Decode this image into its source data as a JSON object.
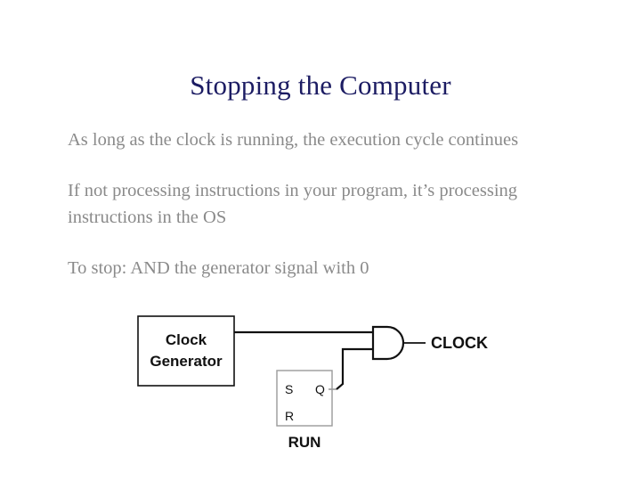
{
  "slide": {
    "title": "Stopping the Computer",
    "bullets": [
      "As long as the clock is running, the execution cycle continues",
      "If not processing instructions in your program, it’s processing instructions in the OS",
      "To stop: AND the generator signal with 0"
    ]
  },
  "diagram": {
    "clock_generator_line1": "Clock",
    "clock_generator_line2": "Generator",
    "latch_s_label": "S",
    "latch_q_label": "Q",
    "latch_r_label": "R",
    "latch_name": "RUN",
    "output_label": "CLOCK"
  },
  "colors": {
    "title": "#1c1c63",
    "body_text": "#8a8a8a",
    "background": "#ffffff",
    "diagram_stroke": "#111111",
    "latch_box_stroke": "#9a9a9a",
    "diagram_text": "#111111"
  }
}
